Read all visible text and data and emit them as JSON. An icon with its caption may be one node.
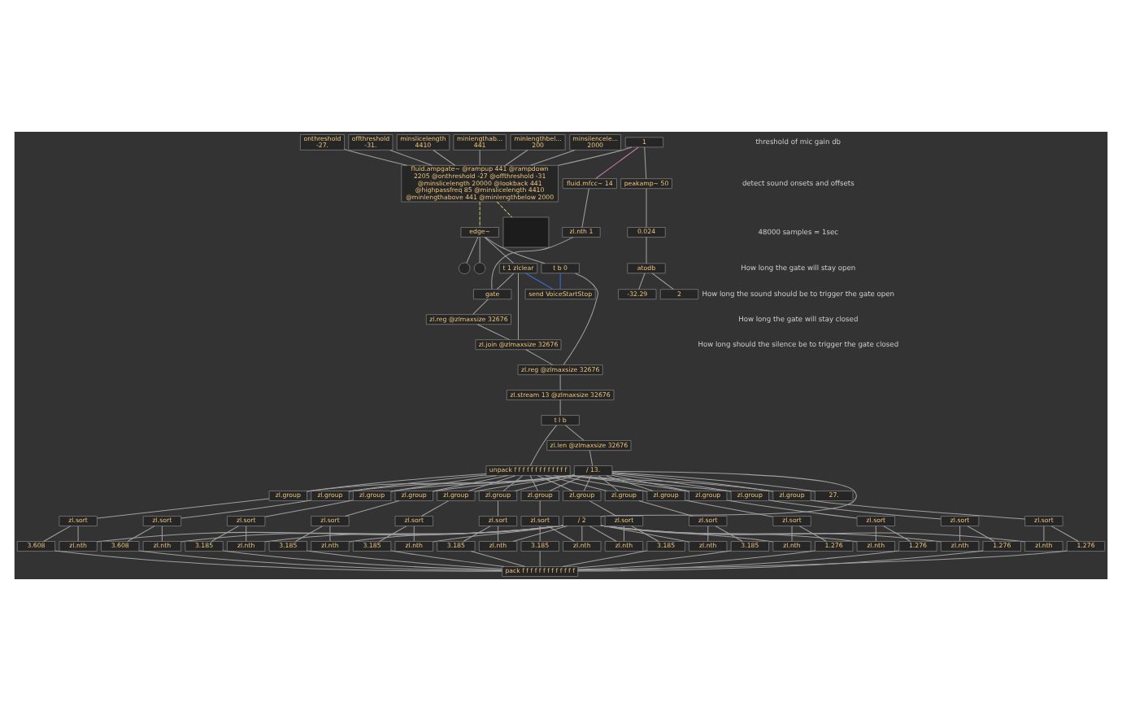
{
  "diagram": {
    "nodes": [
      {
        "text": [
          "onthreshold",
          "-27."
        ]
      },
      {
        "text": [
          "offthreshold",
          "-31."
        ]
      },
      {
        "text": [
          "minslicelength",
          "4410"
        ]
      },
      {
        "text": [
          "minlengthab...",
          "441"
        ]
      },
      {
        "text": [
          "minlengthbel...",
          "200"
        ]
      },
      {
        "text": [
          "minsilencele...",
          "2000"
        ]
      },
      {
        "text": [
          "1"
        ]
      },
      {
        "text": [
          "fluid.ampgate~ @rampup 441 @rampdown 2205 @onthreshold -27 @offthreshold -31 @minslicelength 20000 @lookback 441 @highpassfreq 85 @minslicelength 4410 @minlengthabove 441 @minlengthbelow 2000"
        ]
      },
      {
        "text": [
          "fluid.mfcc~ 14"
        ]
      },
      {
        "text": [
          "edge~"
        ]
      },
      {
        "text": [
          "peakamp~ 50"
        ]
      },
      {
        "text": [],
        "shape": "box"
      },
      {
        "text": [],
        "shape": "circle"
      },
      {
        "text": [],
        "shape": "circle"
      },
      {
        "text": [
          "zl.nth 1"
        ]
      },
      {
        "text": [
          "t 1 zlclear"
        ]
      },
      {
        "text": [
          "t b 0"
        ]
      },
      {
        "text": [
          "gate"
        ]
      },
      {
        "text": [
          "zl.reg @zlmaxsize 32676"
        ]
      },
      {
        "text": [
          "zl.join @zlmaxsize 32676"
        ]
      },
      {
        "text": [
          "send VoiceStartStop"
        ]
      },
      {
        "text": [
          "0.024"
        ]
      },
      {
        "text": [
          "atodb"
        ]
      },
      {
        "text": [
          "-32.29"
        ]
      },
      {
        "text": [
          "2"
        ]
      },
      {
        "text": [
          "zl.reg @zlmaxsize 32676"
        ]
      },
      {
        "text": [
          "zl.stream 13 @zlmaxsize 32676"
        ]
      },
      {
        "text": [
          "t l b"
        ]
      },
      {
        "text": [
          "unpack f f f f f f f f f f f f f"
        ]
      },
      {
        "text": [
          "zl.len @zlmaxsize 32676"
        ]
      },
      {
        "text": [
          "/ 13."
        ]
      },
      {
        "text": [
          "27."
        ]
      },
      {
        "text": [
          "/ 2"
        ]
      },
      {
        "text": [
          "pack f f f f f f f f f f f f f"
        ]
      },
      {
        "text": [
          "zl.group"
        ]
      },
      {
        "text": [
          "zl.group"
        ]
      },
      {
        "text": [
          "zl.group"
        ]
      },
      {
        "text": [
          "zl.group"
        ]
      },
      {
        "text": [
          "zl.group"
        ]
      },
      {
        "text": [
          "zl.group"
        ]
      },
      {
        "text": [
          "zl.group"
        ]
      },
      {
        "text": [
          "zl.group"
        ]
      },
      {
        "text": [
          "zl.group"
        ]
      },
      {
        "text": [
          "zl.group"
        ]
      },
      {
        "text": [
          "zl.group"
        ]
      },
      {
        "text": [
          "zl.group"
        ]
      },
      {
        "text": [
          "zl.group"
        ]
      },
      {
        "text": [
          "zl.sort"
        ]
      },
      {
        "text": [
          "zl.sort"
        ]
      },
      {
        "text": [
          "zl.sort"
        ]
      },
      {
        "text": [
          "zl.sort"
        ]
      },
      {
        "text": [
          "zl.sort"
        ]
      },
      {
        "text": [
          "zl.sort"
        ]
      },
      {
        "text": [
          "zl.sort"
        ]
      },
      {
        "text": [
          "zl.sort"
        ]
      },
      {
        "text": [
          "zl.sort"
        ]
      },
      {
        "text": [
          "zl.sort"
        ]
      },
      {
        "text": [
          "zl.sort"
        ]
      },
      {
        "text": [
          "zl.sort"
        ]
      },
      {
        "text": [
          "zl.sort"
        ]
      },
      {
        "text": [
          "3.608"
        ]
      },
      {
        "text": [
          "3.608"
        ]
      },
      {
        "text": [
          "3.185"
        ]
      },
      {
        "text": [
          "3.185"
        ]
      },
      {
        "text": [
          "3.185"
        ]
      },
      {
        "text": [
          "3.185"
        ]
      },
      {
        "text": [
          "3.185"
        ]
      },
      {
        "text": [
          "3.185"
        ]
      },
      {
        "text": [
          "3.185"
        ]
      },
      {
        "text": [
          "1.276"
        ]
      },
      {
        "text": [
          "1.276"
        ]
      },
      {
        "text": [
          "1.276"
        ]
      },
      {
        "text": [
          "1.276"
        ]
      },
      {
        "text": [
          "zl.nth"
        ]
      },
      {
        "text": [
          "zl.nth"
        ]
      },
      {
        "text": [
          "zl.nth"
        ]
      },
      {
        "text": [
          "zl.nth"
        ]
      },
      {
        "text": [
          "zl.nth"
        ]
      },
      {
        "text": [
          "zl.nth"
        ]
      },
      {
        "text": [
          "zl.nth"
        ]
      },
      {
        "text": [
          "zl.nth"
        ]
      },
      {
        "text": [
          "zl.nth"
        ]
      },
      {
        "text": [
          "zl.nth"
        ]
      },
      {
        "text": [
          "zl.nth"
        ]
      },
      {
        "text": [
          "zl.nth"
        ]
      },
      {
        "text": [
          "zl.nth"
        ]
      }
    ],
    "edges": [
      {
        "from": 0,
        "to": 7,
        "arrow": "none"
      },
      {
        "from": 1,
        "to": 7,
        "arrow": "none"
      },
      {
        "from": 2,
        "to": 7,
        "arrow": "none"
      },
      {
        "from": 3,
        "to": 7,
        "arrow": "none"
      },
      {
        "from": 4,
        "to": 7,
        "arrow": "none"
      },
      {
        "from": 5,
        "to": 7,
        "arrow": "none"
      },
      {
        "from": 6,
        "to": 7,
        "arrow": "none"
      },
      {
        "from": 6,
        "to": 8,
        "arrow": "none",
        "color": "#c87aa0"
      },
      {
        "from": 6,
        "to": 10,
        "arrow": "none"
      },
      {
        "from": 7,
        "to": 9,
        "arrow": "none",
        "style": "dashed",
        "color": "#c8d26e"
      },
      {
        "from": 7,
        "to": 11,
        "arrow": "none",
        "style": "dashed",
        "color": "#c8d26e"
      },
      {
        "from": 9,
        "to": 12,
        "arrow": "none"
      },
      {
        "from": 9,
        "to": 13,
        "arrow": "none"
      },
      {
        "from": 9,
        "to": 15,
        "arrow": "none"
      },
      {
        "from": 9,
        "to": 16,
        "arrow": "none"
      },
      {
        "from": 8,
        "to": 14,
        "arrow": "none"
      },
      {
        "from": 14,
        "to": 17,
        "arrow": "none"
      },
      {
        "from": 15,
        "to": 17,
        "arrow": "none"
      },
      {
        "from": 15,
        "to": 20,
        "arrow": "none",
        "color": "#3d6fe0"
      },
      {
        "from": 16,
        "to": 20,
        "arrow": "none",
        "color": "#3d6fe0"
      },
      {
        "from": 17,
        "to": 18,
        "arrow": "none"
      },
      {
        "from": 15,
        "to": 19,
        "arrow": "none"
      },
      {
        "from": 18,
        "to": 19,
        "arrow": "none"
      },
      {
        "from": 19,
        "to": 25,
        "arrow": "none"
      },
      {
        "from": 16,
        "to": 25,
        "arrow": "none"
      },
      {
        "from": 25,
        "to": 26,
        "arrow": "none"
      },
      {
        "from": 26,
        "to": 27,
        "arrow": "none"
      },
      {
        "from": 27,
        "to": 28,
        "arrow": "none"
      },
      {
        "from": 27,
        "to": 29,
        "arrow": "none"
      },
      {
        "from": 29,
        "to": 30,
        "arrow": "none"
      },
      {
        "from": 30,
        "to": 31,
        "arrow": "none"
      },
      {
        "from": 30,
        "to": 32,
        "arrow": "none"
      },
      {
        "from": 10,
        "to": 21,
        "arrow": "none"
      },
      {
        "from": 21,
        "to": 22,
        "arrow": "none"
      },
      {
        "from": 22,
        "to": 23,
        "arrow": "none"
      },
      {
        "from": 22,
        "to": 24,
        "arrow": "none"
      },
      {
        "from": 28,
        "to": 34,
        "arrow": "none"
      },
      {
        "from": 30,
        "to": 34,
        "arrow": "none"
      },
      {
        "from": 34,
        "to": 47,
        "arrow": "none"
      },
      {
        "from": 47,
        "to": 60,
        "arrow": "none"
      },
      {
        "from": 60,
        "to": 33,
        "arrow": "none"
      },
      {
        "from": 47,
        "to": 73,
        "arrow": "none"
      },
      {
        "from": 32,
        "to": 73,
        "arrow": "none"
      },
      {
        "from": 28,
        "to": 35,
        "arrow": "none"
      },
      {
        "from": 30,
        "to": 35,
        "arrow": "none"
      },
      {
        "from": 35,
        "to": 48,
        "arrow": "none"
      },
      {
        "from": 48,
        "to": 61,
        "arrow": "none"
      },
      {
        "from": 61,
        "to": 33,
        "arrow": "none"
      },
      {
        "from": 48,
        "to": 74,
        "arrow": "none"
      },
      {
        "from": 32,
        "to": 74,
        "arrow": "none"
      },
      {
        "from": 28,
        "to": 36,
        "arrow": "none"
      },
      {
        "from": 30,
        "to": 36,
        "arrow": "none"
      },
      {
        "from": 36,
        "to": 49,
        "arrow": "none"
      },
      {
        "from": 49,
        "to": 62,
        "arrow": "none"
      },
      {
        "from": 62,
        "to": 33,
        "arrow": "none"
      },
      {
        "from": 49,
        "to": 75,
        "arrow": "none"
      },
      {
        "from": 32,
        "to": 75,
        "arrow": "none"
      },
      {
        "from": 28,
        "to": 37,
        "arrow": "none"
      },
      {
        "from": 30,
        "to": 37,
        "arrow": "none"
      },
      {
        "from": 37,
        "to": 50,
        "arrow": "none"
      },
      {
        "from": 50,
        "to": 63,
        "arrow": "none"
      },
      {
        "from": 63,
        "to": 33,
        "arrow": "none"
      },
      {
        "from": 50,
        "to": 76,
        "arrow": "none"
      },
      {
        "from": 32,
        "to": 76,
        "arrow": "none"
      },
      {
        "from": 28,
        "to": 38,
        "arrow": "none"
      },
      {
        "from": 30,
        "to": 38,
        "arrow": "none"
      },
      {
        "from": 38,
        "to": 51,
        "arrow": "none"
      },
      {
        "from": 51,
        "to": 64,
        "arrow": "none"
      },
      {
        "from": 64,
        "to": 33,
        "arrow": "none"
      },
      {
        "from": 51,
        "to": 77,
        "arrow": "none"
      },
      {
        "from": 32,
        "to": 77,
        "arrow": "none"
      },
      {
        "from": 28,
        "to": 39,
        "arrow": "none"
      },
      {
        "from": 30,
        "to": 39,
        "arrow": "none"
      },
      {
        "from": 39,
        "to": 52,
        "arrow": "none"
      },
      {
        "from": 52,
        "to": 65,
        "arrow": "none"
      },
      {
        "from": 65,
        "to": 33,
        "arrow": "none"
      },
      {
        "from": 52,
        "to": 78,
        "arrow": "none"
      },
      {
        "from": 32,
        "to": 78,
        "arrow": "none"
      },
      {
        "from": 28,
        "to": 40,
        "arrow": "none"
      },
      {
        "from": 30,
        "to": 40,
        "arrow": "none"
      },
      {
        "from": 40,
        "to": 53,
        "arrow": "none"
      },
      {
        "from": 53,
        "to": 66,
        "arrow": "none"
      },
      {
        "from": 66,
        "to": 33,
        "arrow": "none"
      },
      {
        "from": 53,
        "to": 79,
        "arrow": "none"
      },
      {
        "from": 32,
        "to": 79,
        "arrow": "none"
      },
      {
        "from": 28,
        "to": 41,
        "arrow": "none"
      },
      {
        "from": 30,
        "to": 41,
        "arrow": "none"
      },
      {
        "from": 41,
        "to": 54,
        "arrow": "none"
      },
      {
        "from": 54,
        "to": 67,
        "arrow": "none"
      },
      {
        "from": 67,
        "to": 33,
        "arrow": "none"
      },
      {
        "from": 54,
        "to": 80,
        "arrow": "none"
      },
      {
        "from": 32,
        "to": 80,
        "arrow": "none"
      },
      {
        "from": 28,
        "to": 42,
        "arrow": "none"
      },
      {
        "from": 30,
        "to": 42,
        "arrow": "none"
      },
      {
        "from": 42,
        "to": 55,
        "arrow": "none"
      },
      {
        "from": 55,
        "to": 68,
        "arrow": "none"
      },
      {
        "from": 68,
        "to": 33,
        "arrow": "none"
      },
      {
        "from": 55,
        "to": 81,
        "arrow": "none"
      },
      {
        "from": 32,
        "to": 81,
        "arrow": "none"
      },
      {
        "from": 28,
        "to": 43,
        "arrow": "none"
      },
      {
        "from": 30,
        "to": 43,
        "arrow": "none"
      },
      {
        "from": 43,
        "to": 56,
        "arrow": "none"
      },
      {
        "from": 56,
        "to": 69,
        "arrow": "none"
      },
      {
        "from": 69,
        "to": 33,
        "arrow": "none"
      },
      {
        "from": 56,
        "to": 82,
        "arrow": "none"
      },
      {
        "from": 32,
        "to": 82,
        "arrow": "none"
      },
      {
        "from": 28,
        "to": 44,
        "arrow": "none"
      },
      {
        "from": 30,
        "to": 44,
        "arrow": "none"
      },
      {
        "from": 44,
        "to": 57,
        "arrow": "none"
      },
      {
        "from": 57,
        "to": 70,
        "arrow": "none"
      },
      {
        "from": 70,
        "to": 33,
        "arrow": "none"
      },
      {
        "from": 57,
        "to": 83,
        "arrow": "none"
      },
      {
        "from": 32,
        "to": 83,
        "arrow": "none"
      },
      {
        "from": 28,
        "to": 45,
        "arrow": "none"
      },
      {
        "from": 30,
        "to": 45,
        "arrow": "none"
      },
      {
        "from": 45,
        "to": 58,
        "arrow": "none"
      },
      {
        "from": 58,
        "to": 71,
        "arrow": "none"
      },
      {
        "from": 71,
        "to": 33,
        "arrow": "none"
      },
      {
        "from": 58,
        "to": 84,
        "arrow": "none"
      },
      {
        "from": 32,
        "to": 84,
        "arrow": "none"
      },
      {
        "from": 28,
        "to": 46,
        "arrow": "none"
      },
      {
        "from": 30,
        "to": 46,
        "arrow": "none"
      },
      {
        "from": 46,
        "to": 59,
        "arrow": "none"
      },
      {
        "from": 59,
        "to": 72,
        "arrow": "none"
      },
      {
        "from": 72,
        "to": 33,
        "arrow": "none"
      },
      {
        "from": 59,
        "to": 85,
        "arrow": "none"
      },
      {
        "from": 32,
        "to": 85,
        "arrow": "none"
      }
    ],
    "labels": [
      "threshold of mic gain db",
      "detect sound onsets and offsets",
      "48000 samples = 1sec",
      "How long the gate will stay open",
      "How long the sound should be to trigger the gate open",
      "How long the gate will stay closed",
      "How long should the silence be to trigger the gate closed"
    ]
  }
}
